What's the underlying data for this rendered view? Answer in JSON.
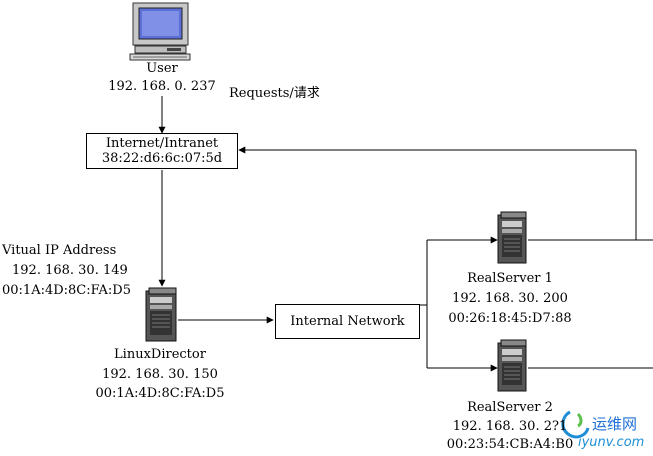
{
  "user": {
    "name": "User",
    "ip": "192. 168. 0. 237"
  },
  "requests_label": "Requests/请求",
  "internet": {
    "title": "Internet/Intranet",
    "mac": "38:22:d6:6c:07:5d"
  },
  "vip": {
    "title": "Vitual IP Address",
    "ip": "192. 168. 30. 149",
    "mac": "00:1A:4D:8C:FA:D5"
  },
  "director": {
    "name": "LinuxDirector",
    "ip": "192. 168. 30. 150",
    "mac": "00:1A:4D:8C:FA:D5"
  },
  "internal_network": "Internal Network",
  "realserver1": {
    "name": "RealServer 1",
    "ip": "192. 168. 30. 200",
    "mac": "00:26:18:45:D7:88"
  },
  "realserver2": {
    "name": "RealServer 2",
    "ip": "192. 168. 30. 2?1",
    "mac": "00:23:54:CB:A4:B0"
  },
  "watermark": {
    "text": "运维网",
    "url": "iyunv.com"
  }
}
